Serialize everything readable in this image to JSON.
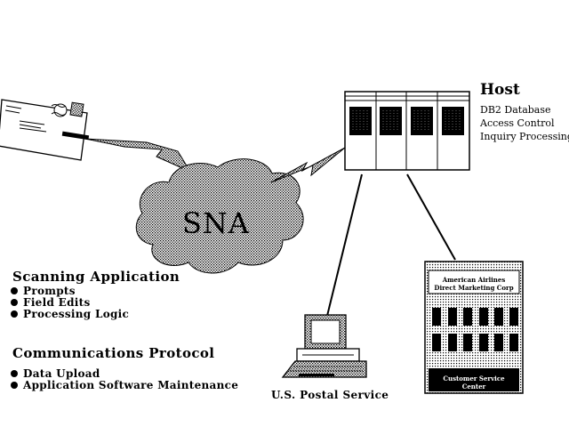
{
  "host": {
    "title": "Host",
    "lines": [
      "DB2 Database",
      "Access Control",
      "Inquiry Processing"
    ]
  },
  "network": {
    "label": "SNA"
  },
  "scanning": {
    "title": "Scanning Application",
    "items": [
      "Prompts",
      "Field Edits",
      "Processing Logic"
    ]
  },
  "communications": {
    "title": "Communications Protocol",
    "items": [
      "Data Upload",
      "Application Software Maintenance"
    ]
  },
  "terminal": {
    "label": "U.S. Postal Service"
  },
  "building": {
    "name_line1": "American Airlines",
    "name_line2": "Direct Marketing Corp",
    "footer_line1": "Customer Service",
    "footer_line2": "Center"
  },
  "icons": [
    "envelope-icon",
    "mainframe-icon",
    "network-cloud-icon",
    "terminal-icon",
    "office-building-icon",
    "lightning-link-icon"
  ]
}
